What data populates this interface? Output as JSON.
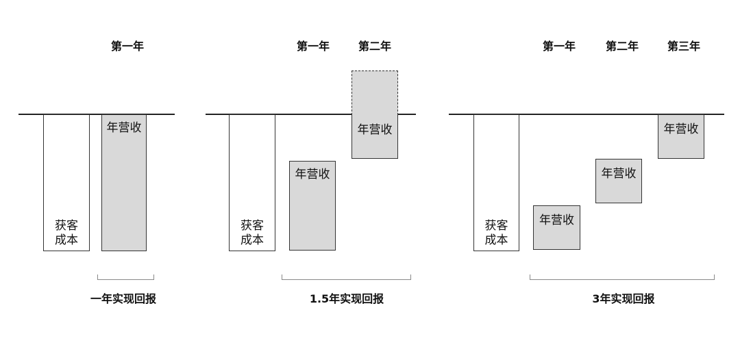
{
  "panels": [
    {
      "headers": [
        "第一年"
      ],
      "cost_label": "获客\n成本",
      "revenue_labels": [
        "年营收"
      ],
      "caption": "一年实现回报"
    },
    {
      "headers": [
        "第一年",
        "第二年"
      ],
      "cost_label": "获客\n成本",
      "revenue_labels": [
        "年营收",
        "年营收"
      ],
      "caption": "1.5年实现回报"
    },
    {
      "headers": [
        "第一年",
        "第二年",
        "第三年"
      ],
      "cost_label": "获客\n成本",
      "revenue_labels": [
        "年营收",
        "年营收",
        "年营收"
      ],
      "caption": "3年实现回报"
    }
  ],
  "colors": {
    "revenue_fill": "#d9d9d9",
    "line": "#222222"
  }
}
